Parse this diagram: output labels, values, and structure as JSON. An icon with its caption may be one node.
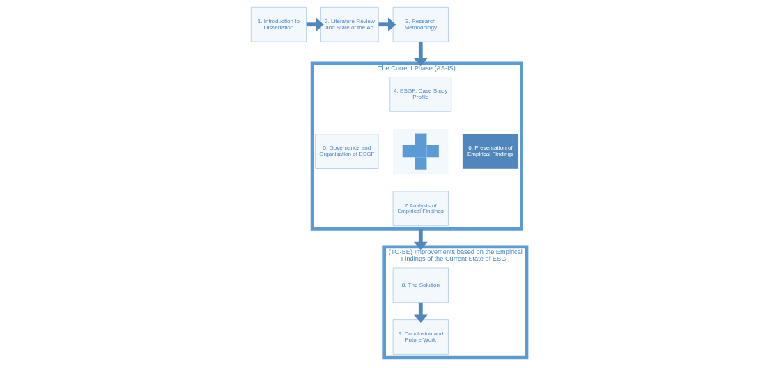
{
  "diagram": {
    "nodes": [
      {
        "text": [
          "1. Introduction to Dissertation"
        ]
      },
      {
        "text": [
          "2. Literature Review and State of the Art"
        ]
      },
      {
        "text": [
          "3. Research Methodology"
        ]
      },
      {
        "text": [
          "The Current Phase (AS-IS)"
        ]
      },
      {
        "text": [
          "4. ESGF: Case Study Profile"
        ],
        "in": 3
      },
      {
        "text": [
          "5. Governance and Organisation of ESGF"
        ],
        "in": 3
      },
      {
        "text": [],
        "shape": "plus",
        "in": 3
      },
      {
        "text": [
          "6. Presentation of Empirical Findings"
        ],
        "in": 3
      },
      {
        "text": [
          "7.Analysis of Empirical Findings"
        ],
        "in": 3
      },
      {
        "text": [
          "(TO-BE) Improvements based on the Empirical Findings of the Current State of ESGF"
        ]
      },
      {
        "text": [
          "8. The Solution"
        ],
        "in": 9
      },
      {
        "text": [
          "9. Conclusion and Future Work"
        ],
        "in": 9
      }
    ],
    "edges": [
      {
        "from": 0,
        "to": 1,
        "arrow": "to"
      },
      {
        "from": 1,
        "to": 2,
        "arrow": "to"
      },
      {
        "from": 2,
        "to": 3,
        "arrow": "to"
      },
      {
        "from": 3,
        "to": 9,
        "arrow": "to"
      },
      {
        "from": 10,
        "to": 11,
        "arrow": "to"
      }
    ]
  }
}
